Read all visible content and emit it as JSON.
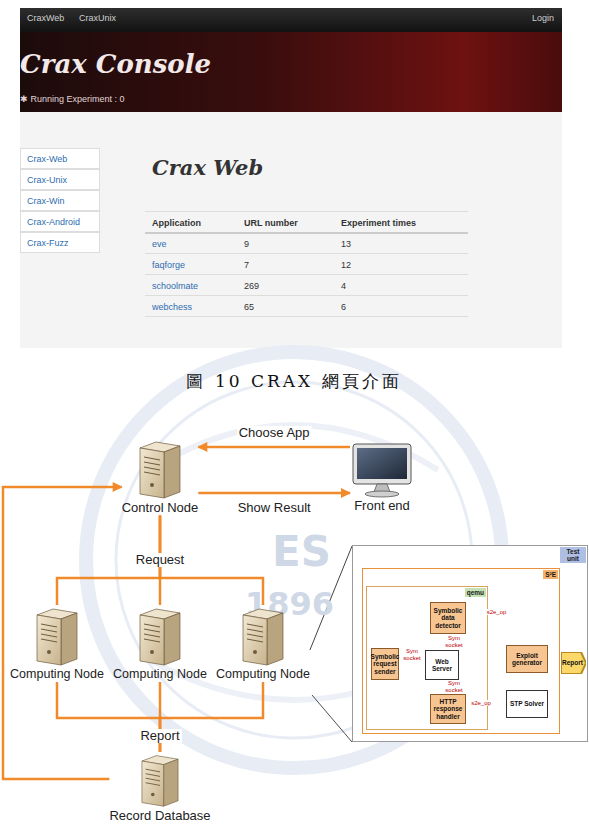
{
  "diagram": {
    "caption": "圖 10 CRAX 網頁介面",
    "nodes": [
      {
        "text": [
          "Control Node"
        ]
      },
      {
        "text": [
          "Front end"
        ]
      },
      {
        "text": [
          "Computing Node"
        ]
      },
      {
        "text": [
          "Computing Node"
        ]
      },
      {
        "text": [
          "Computing Node"
        ]
      },
      {
        "text": [
          "Record Database"
        ]
      },
      {
        "text": [
          "Test unit"
        ]
      },
      {
        "text": [
          "S²E"
        ],
        "in": 6
      },
      {
        "text": [
          "qemu"
        ],
        "in": 7
      },
      {
        "text": [
          "Symbolic request sender"
        ],
        "in": 8
      },
      {
        "text": [
          "Web Server"
        ],
        "in": 8
      },
      {
        "text": [
          "Symbolic data detector"
        ],
        "in": 8
      },
      {
        "text": [
          "HTTP response handler"
        ],
        "in": 8
      },
      {
        "text": [
          "Exploit generator"
        ],
        "in": 7
      },
      {
        "text": [
          "STP Solver"
        ],
        "in": 7
      },
      {
        "text": [
          "Report"
        ],
        "in": 6
      }
    ],
    "edges": [
      {
        "from": 1,
        "to": 0,
        "arrow": "to",
        "label": "Choose App"
      },
      {
        "from": 0,
        "to": 1,
        "arrow": "to",
        "label": "Show Result"
      },
      {
        "from": 0,
        "to": 2,
        "arrow": "none"
      },
      {
        "from": 0,
        "to": 3,
        "arrow": "none",
        "label": "Request"
      },
      {
        "from": 0,
        "to": 4,
        "arrow": "none"
      },
      {
        "from": 2,
        "to": 5,
        "arrow": "none"
      },
      {
        "from": 3,
        "to": 5,
        "arrow": "none",
        "label": "Report"
      },
      {
        "from": 4,
        "to": 5,
        "arrow": "none"
      },
      {
        "from": 5,
        "to": 0,
        "arrow": "to"
      },
      {
        "from": 4,
        "to": 6,
        "arrow": "none"
      },
      {
        "from": 9,
        "to": 10,
        "arrow": "to",
        "label": "Sym socket"
      },
      {
        "from": 10,
        "to": 11,
        "arrow": "to",
        "label": "Sym socket"
      },
      {
        "from": 10,
        "to": 12,
        "arrow": "to",
        "label": "Sym socket"
      },
      {
        "from": 11,
        "to": 13,
        "arrow": "to",
        "label": "s2e_op"
      },
      {
        "from": 12,
        "to": 13,
        "arrow": "to",
        "label": "s2e_op"
      },
      {
        "from": 13,
        "to": 15,
        "arrow": "to"
      },
      {
        "from": 13,
        "to": 14,
        "arrow": "both"
      }
    ],
    "labels": [
      "CraxWeb",
      "CraxUnix",
      "Login",
      "Crax Console",
      "✱ Running Experiment : 0",
      "Crax-Web",
      "Crax-Unix",
      "Crax-Win",
      "Crax-Android",
      "Crax-Fuzz",
      "Crax Web",
      "Application",
      "URL number",
      "Experiment times",
      "eve",
      "9",
      "13",
      "faqforge",
      "7",
      "12",
      "schoolmate",
      "269",
      "4",
      "webchess",
      "65",
      "6",
      "ES",
      "1896"
    ]
  }
}
